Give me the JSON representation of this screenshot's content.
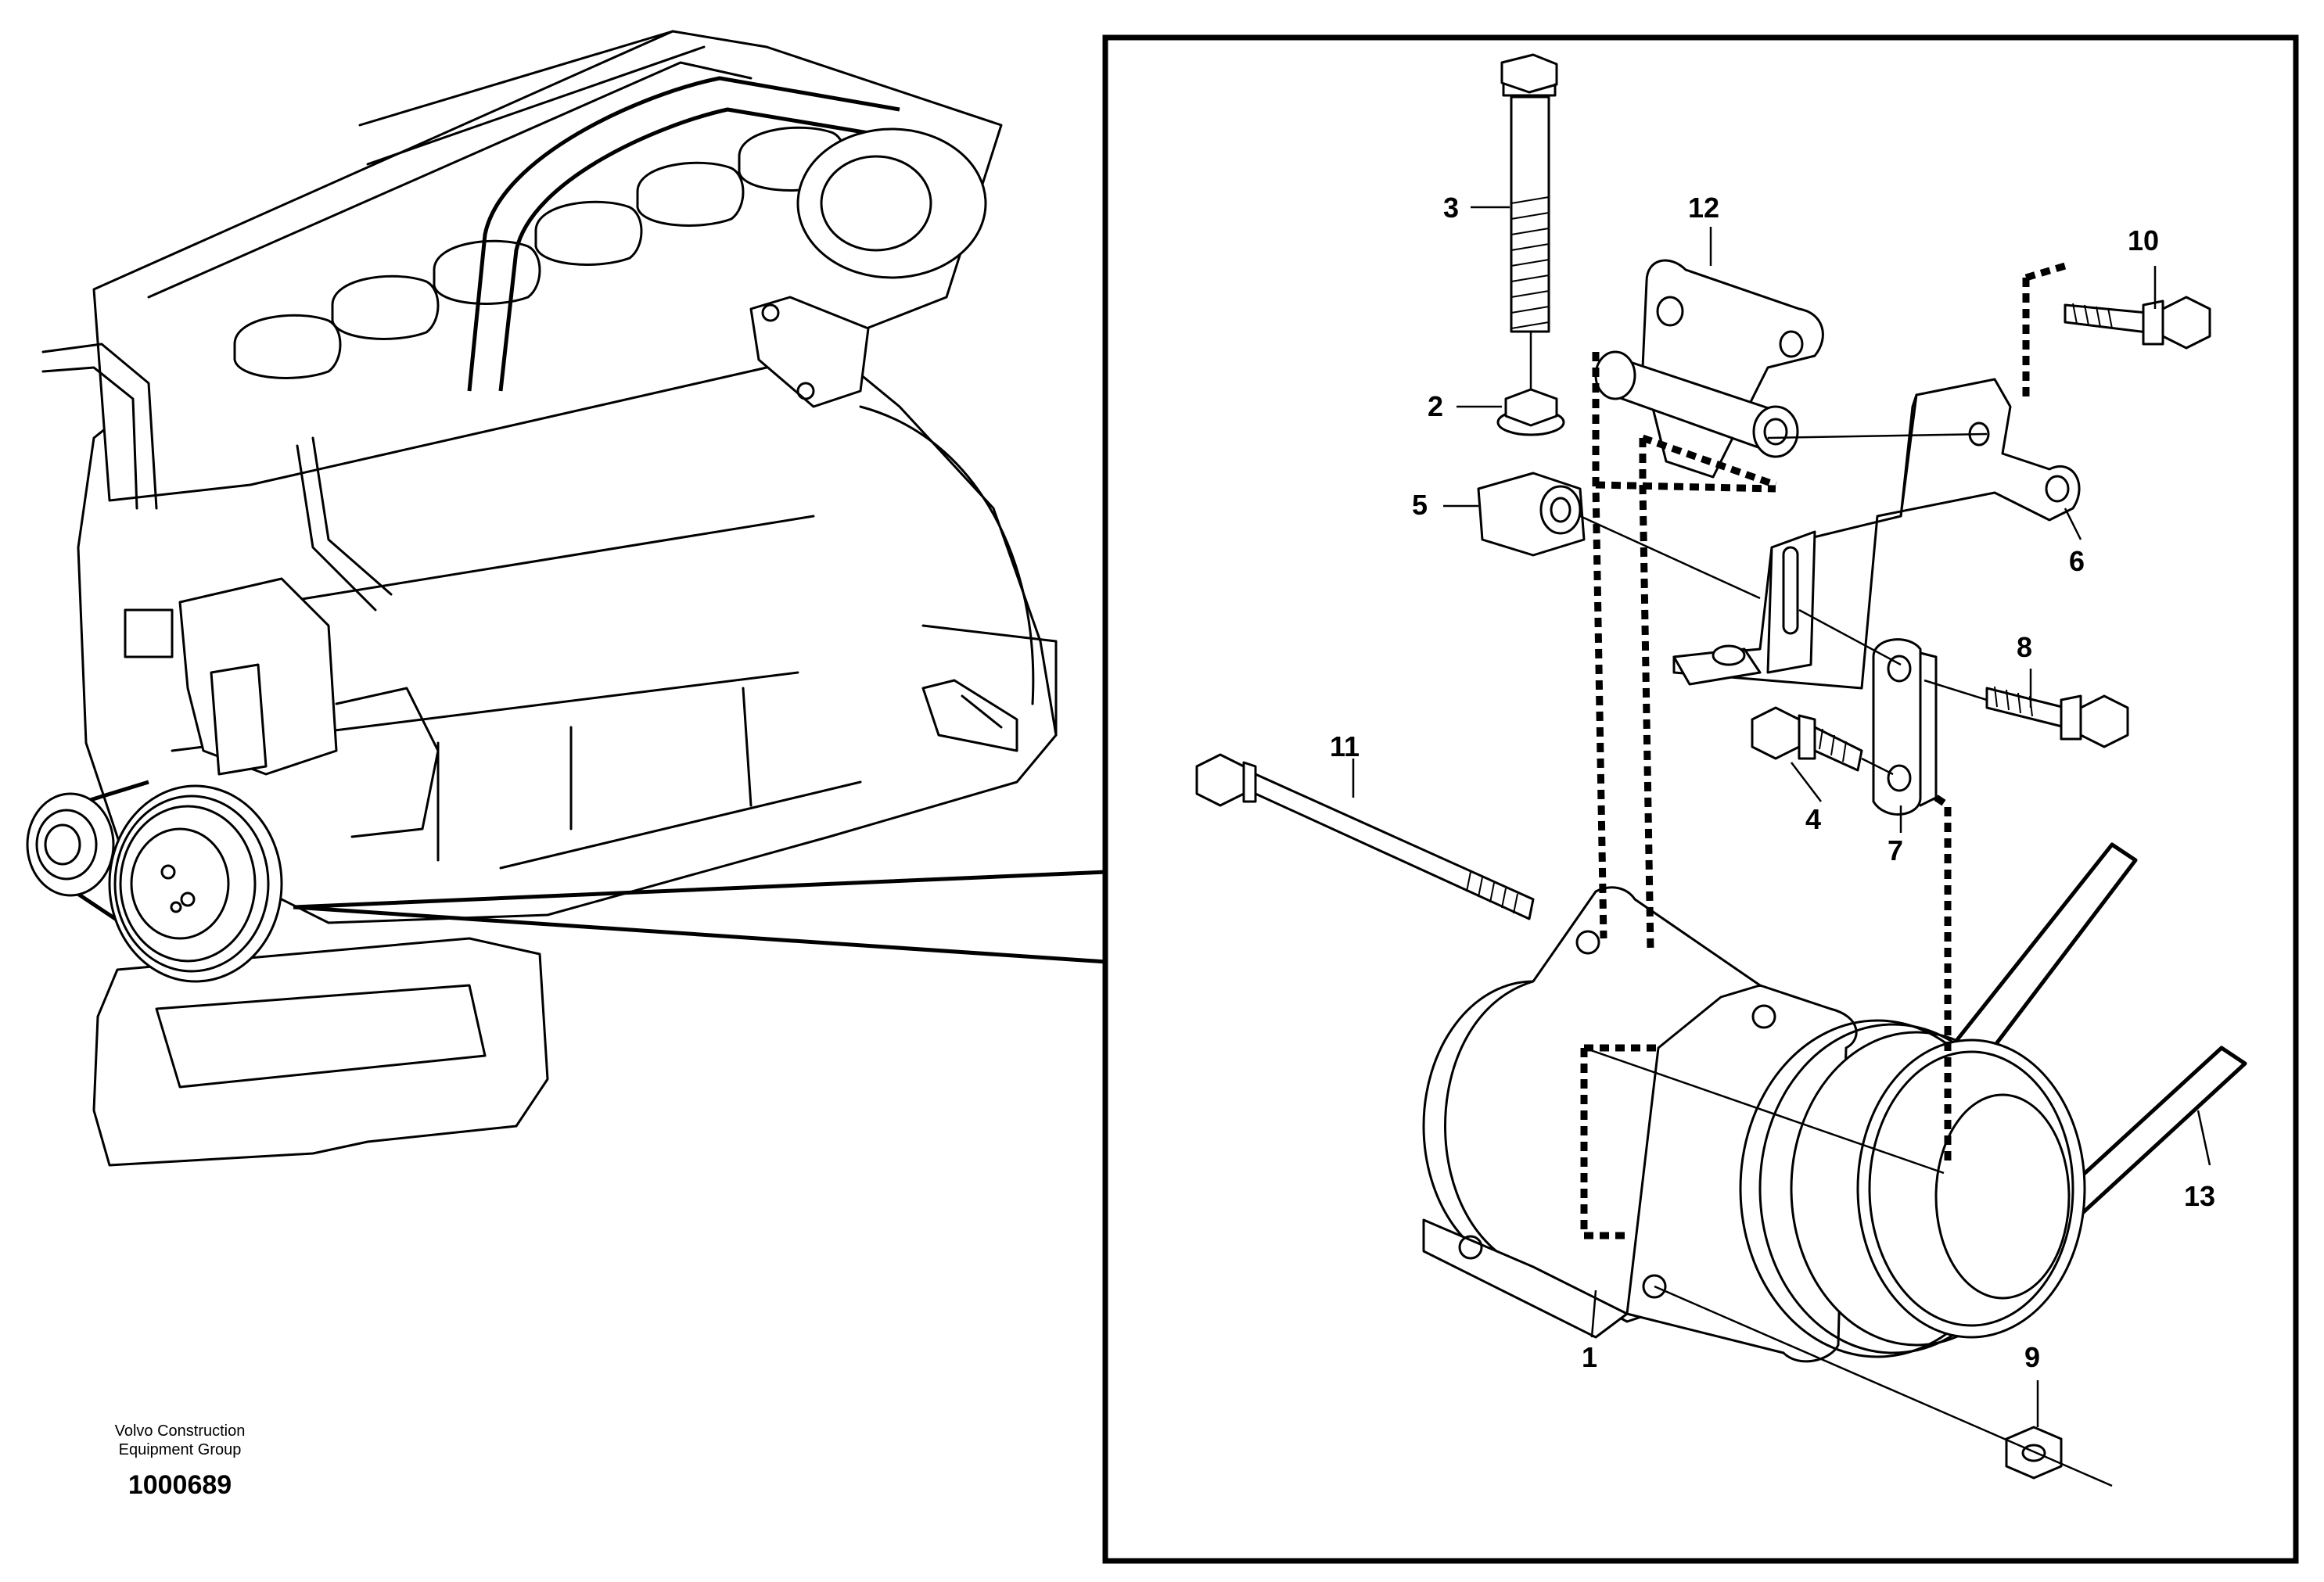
{
  "callouts": [
    {
      "id": "1",
      "label": "1"
    },
    {
      "id": "2",
      "label": "2"
    },
    {
      "id": "3",
      "label": "3"
    },
    {
      "id": "4",
      "label": "4"
    },
    {
      "id": "5",
      "label": "5"
    },
    {
      "id": "6",
      "label": "6"
    },
    {
      "id": "7",
      "label": "7"
    },
    {
      "id": "8",
      "label": "8"
    },
    {
      "id": "9",
      "label": "9"
    },
    {
      "id": "10",
      "label": "10"
    },
    {
      "id": "11",
      "label": "11"
    },
    {
      "id": "12",
      "label": "12"
    },
    {
      "id": "13",
      "label": "13"
    }
  ],
  "caption": {
    "org_line1": "Volvo Construction",
    "org_line2": "Equipment Group",
    "drawing_number": "1000689"
  }
}
